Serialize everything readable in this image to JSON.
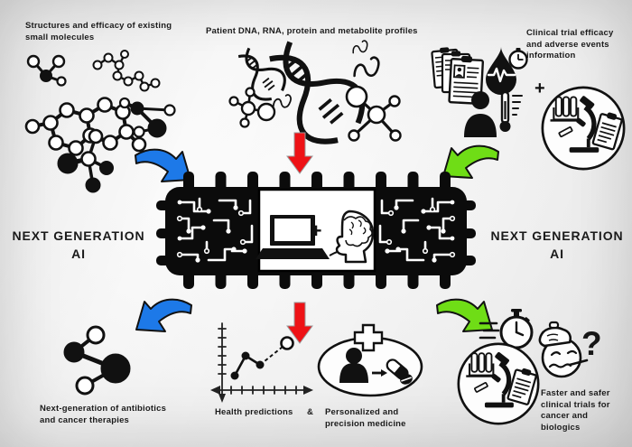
{
  "colors": {
    "arrow_blue": "#1d79e8",
    "arrow_red": "#ee1216",
    "arrow_green": "#6fdd16",
    "ink": "#111111"
  },
  "labels": {
    "top_left": "Structures and efficacy of existing\nsmall molecules",
    "top_center": "Patient DNA, RNA, protein and metabolite profiles",
    "top_right": "Clinical trial efficacy\nand adverse events\ninformation",
    "left_ai": "NEXT GENERATION\nAI",
    "right_ai": "NEXT GENERATION\nAI",
    "bottom_left": "Next-generation of antibiotics\nand cancer therapies",
    "bottom_center_chart": "Health predictions",
    "bottom_center_amp": "&",
    "bottom_center_med": "Personalized and\nprecision medicine",
    "bottom_right": "Faster and safer\nclinical trials for\ncancer and\nbiologics",
    "plus_top_right": "+",
    "plus_chip": "+",
    "question_mark": "?"
  }
}
